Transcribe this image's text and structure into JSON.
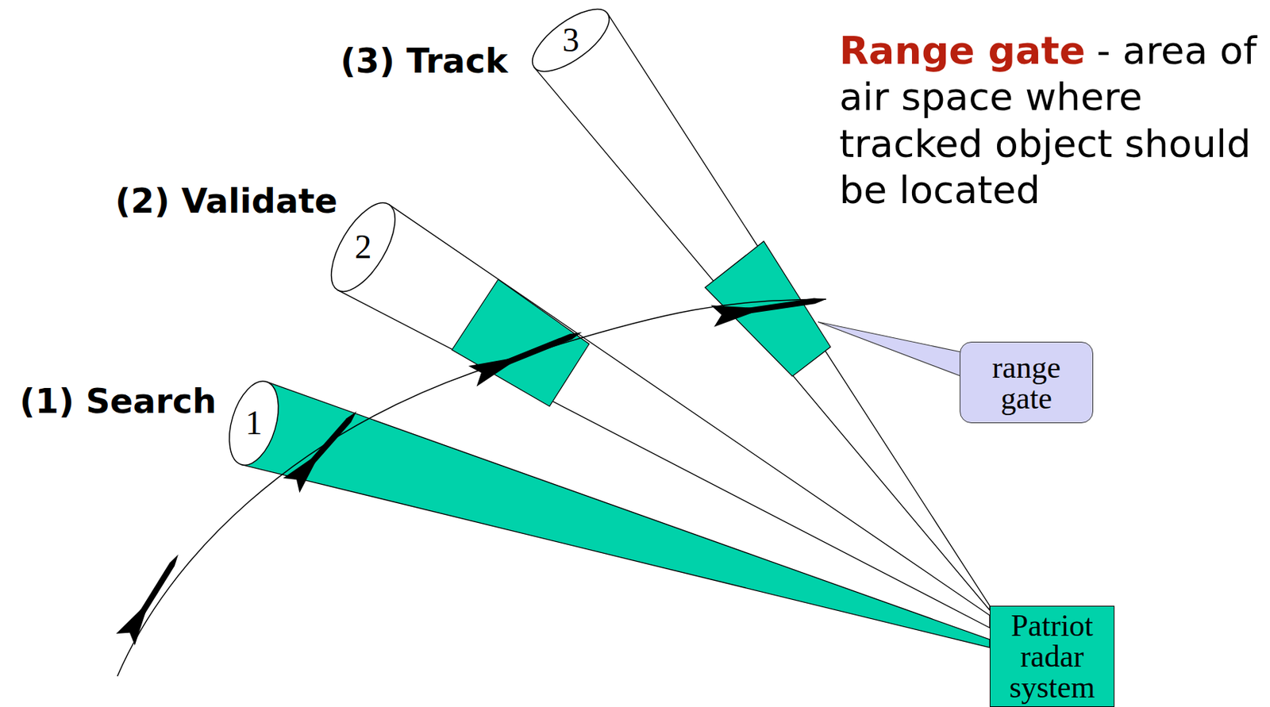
{
  "diagram": {
    "nodes": [
      {
        "text": [
          "3"
        ]
      },
      {
        "text": [
          "range gate"
        ]
      },
      {
        "text": [
          "2"
        ]
      },
      {
        "text": [
          "1"
        ]
      },
      {
        "text": [
          "Patriot radar system"
        ]
      }
    ],
    "edges": [
      {
        "from": 4,
        "to": 0,
        "arrow": "none"
      },
      {
        "from": 4,
        "to": 2,
        "arrow": "none"
      },
      {
        "from": 4,
        "to": 3,
        "arrow": "none"
      }
    ],
    "labels": [
      "(3) Track",
      "(2) Validate",
      "(1) Search",
      "Range gate",
      "- area of air space where tracked object should be located"
    ]
  }
}
